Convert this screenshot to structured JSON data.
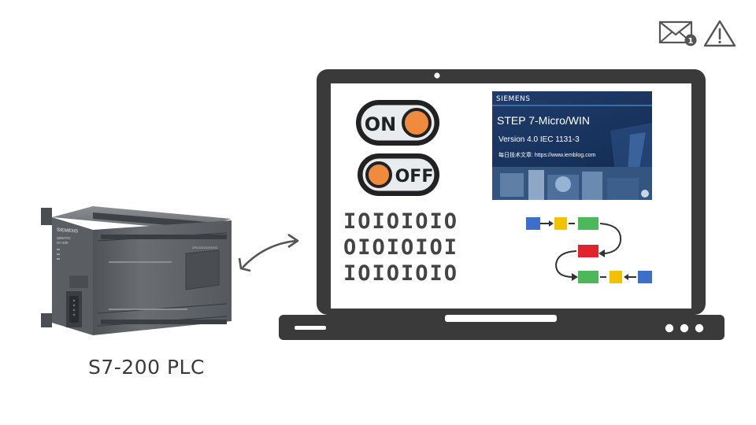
{
  "plc": {
    "caption": "S7-200 PLC",
    "brand": "SIEMENS",
    "model_line1": "SIMATIC",
    "model_line2": "S7-200",
    "port_label": "CPU 224 DC/DC/DC"
  },
  "switches": {
    "on_label": "ON",
    "off_label": "OFF"
  },
  "splash": {
    "brand": "SIEMENS",
    "title": "STEP 7-Micro/WIN",
    "version": "Version 4.0    IEC 1131-3",
    "url": "每日技术文章: https://www.iemblog.com"
  },
  "binary": {
    "row1": "IOIOIOIO",
    "row2": "OIOIOIOI",
    "row3": "IOIOIOIO"
  },
  "notifications": {
    "mail_count": "1"
  },
  "colors": {
    "laptop": "#3a3a3a",
    "switch_knob": "#f08a3c",
    "flow_blue": "#3b6fc9",
    "flow_yellow": "#f2c200",
    "flow_green": "#4cb85a",
    "flow_red": "#e2232e"
  }
}
